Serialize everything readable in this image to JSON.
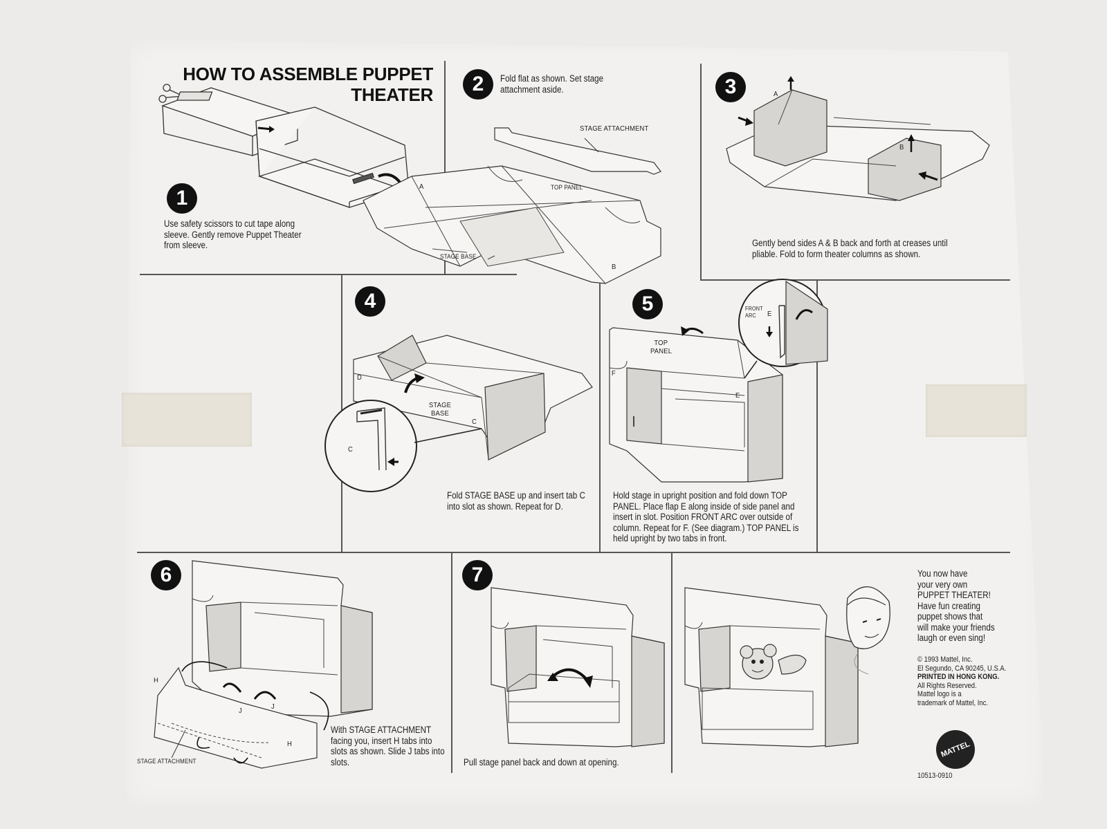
{
  "title": "HOW TO ASSEMBLE PUPPET THEATER",
  "steps": [
    {
      "num": "1",
      "text": "Use safety scissors to cut tape along sleeve. Gently remove Puppet Theater from sleeve."
    },
    {
      "num": "2",
      "text": "Fold flat as shown. Set stage attachment aside."
    },
    {
      "num": "3",
      "text": "Gently bend sides A & B back and forth at creases until pliable. Fold to form theater columns as shown."
    },
    {
      "num": "4",
      "text": "Fold STAGE BASE up and insert tab C into slot as shown. Repeat for D."
    },
    {
      "num": "5",
      "text": "Hold stage in upright position and fold down TOP PANEL. Place flap E along inside of side panel and insert in slot. Position FRONT ARC over outside of column. Repeat for F. (See diagram.) TOP PANEL is held upright by two tabs in front."
    },
    {
      "num": "6",
      "text": "With STAGE ATTACHMENT facing you, insert H tabs into slots as shown. Slide J tabs into slots."
    },
    {
      "num": "7",
      "text": "Pull stage panel back and down at opening."
    }
  ],
  "labels": {
    "stage_attachment": "STAGE ATTACHMENT",
    "top_panel": "TOP PANEL",
    "stage_base": "STAGE BASE",
    "top_panel_2": "TOP PANEL",
    "stage_base_2": "STAGE BASE",
    "front_arc": "FRONT ARC",
    "a": "A",
    "b": "B",
    "c": "C",
    "d": "D",
    "e": "E",
    "f": "F",
    "h": "H",
    "j": "J"
  },
  "closing": {
    "line1": "You now have",
    "line2": "your very own",
    "line3": "PUPPET THEATER!",
    "line4": "Have fun creating",
    "line5": "puppet shows that",
    "line6": "will make your friends",
    "line7": "laugh or even sing!"
  },
  "legal": {
    "copyright": "© 1993 Mattel, Inc.",
    "address": "El Segundo, CA 90245, U.S.A.",
    "printed": "PRINTED IN HONG KONG.",
    "rights": "All Rights Reserved.",
    "trademark1": "Mattel logo is a",
    "trademark2": "trademark of Mattel, Inc.",
    "logo": "MATTEL",
    "code": "10513-0910"
  }
}
